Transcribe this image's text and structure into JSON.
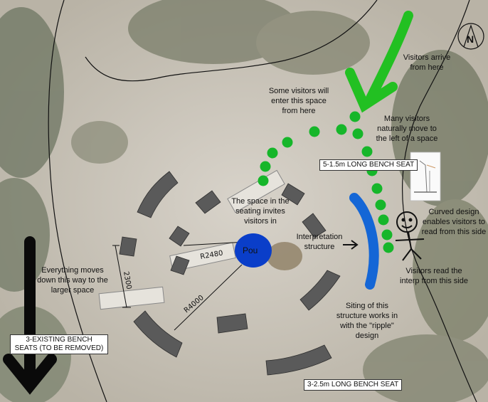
{
  "labels": {
    "visitors_arrive": "Visitors arrive from here",
    "some_visitors": "Some visitors will enter this space from here",
    "many_visitors": "Many visitors naturally move to the left of a space",
    "long_bench_5": "5-1.5m LONG BENCH SEAT",
    "space_invites": "The space in the seating invites visitors in",
    "pou": "Pou",
    "interpretation": "Interpretation structure",
    "curved_design": "Curved design enables visitors to read from this side",
    "visitors_read": "Visitors read the interp from this side",
    "siting": "Siting of this structure works in with the \"ripple\" design",
    "everything_moves": "Everything moves down this way to the larger space",
    "existing_bench": "3-EXISTING BENCH SEATS (TO BE REMOVED)",
    "long_bench_3": "3-2.5m LONG BENCH SEAT",
    "dim_2300": "2300",
    "dim_r2480": "R2480",
    "dim_r4000": "R4000",
    "north": "N"
  },
  "colors": {
    "green_arrow": "#22c022",
    "green_dots": "#16b62a",
    "blue_structure": "#1466d6",
    "pou_fill": "#0a3ec9",
    "bench_grey": "#5a5a5a",
    "black_arrow": "#0a0a0a"
  },
  "icons": {
    "north": "north-arrow-icon",
    "stick_figure": "stick-figure-icon",
    "section_sketch": "section-sketch-icon"
  }
}
